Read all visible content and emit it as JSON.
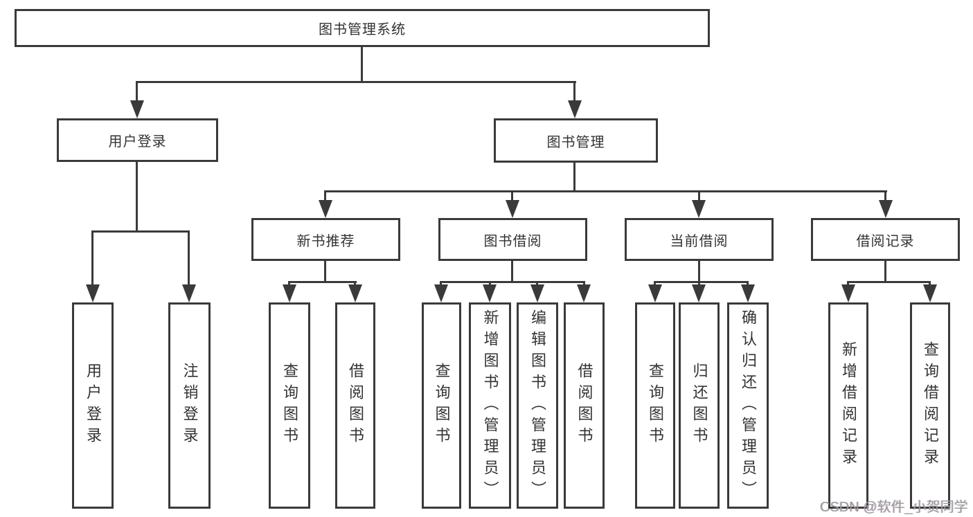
{
  "colors": {
    "line": "#3a3a3a",
    "node_text": "#333333",
    "watermark_text": "#9c9c9c",
    "background": "#ffffff"
  },
  "diagram": {
    "title": "图书管理系统",
    "level2": [
      {
        "label": "用户登录"
      },
      {
        "label": "图书管理"
      }
    ],
    "level3": [
      {
        "label": "新书推荐"
      },
      {
        "label": "图书借阅"
      },
      {
        "label": "当前借阅"
      },
      {
        "label": "借阅记录"
      }
    ],
    "leaves": [
      {
        "label": "用户登录"
      },
      {
        "label": "注销登录"
      },
      {
        "label": "查询图书"
      },
      {
        "label": "借阅图书"
      },
      {
        "label": "查询图书"
      },
      {
        "label": "新增图书（管理员）"
      },
      {
        "label": "编辑图书（管理员）"
      },
      {
        "label": "借阅图书"
      },
      {
        "label": "查询图书"
      },
      {
        "label": "归还图书"
      },
      {
        "label": "确认归还（管理员）"
      },
      {
        "label": "新增借阅记录"
      },
      {
        "label": "查询借阅记录"
      }
    ]
  },
  "watermark": {
    "text": "CSDN @软件_小贺同学"
  }
}
